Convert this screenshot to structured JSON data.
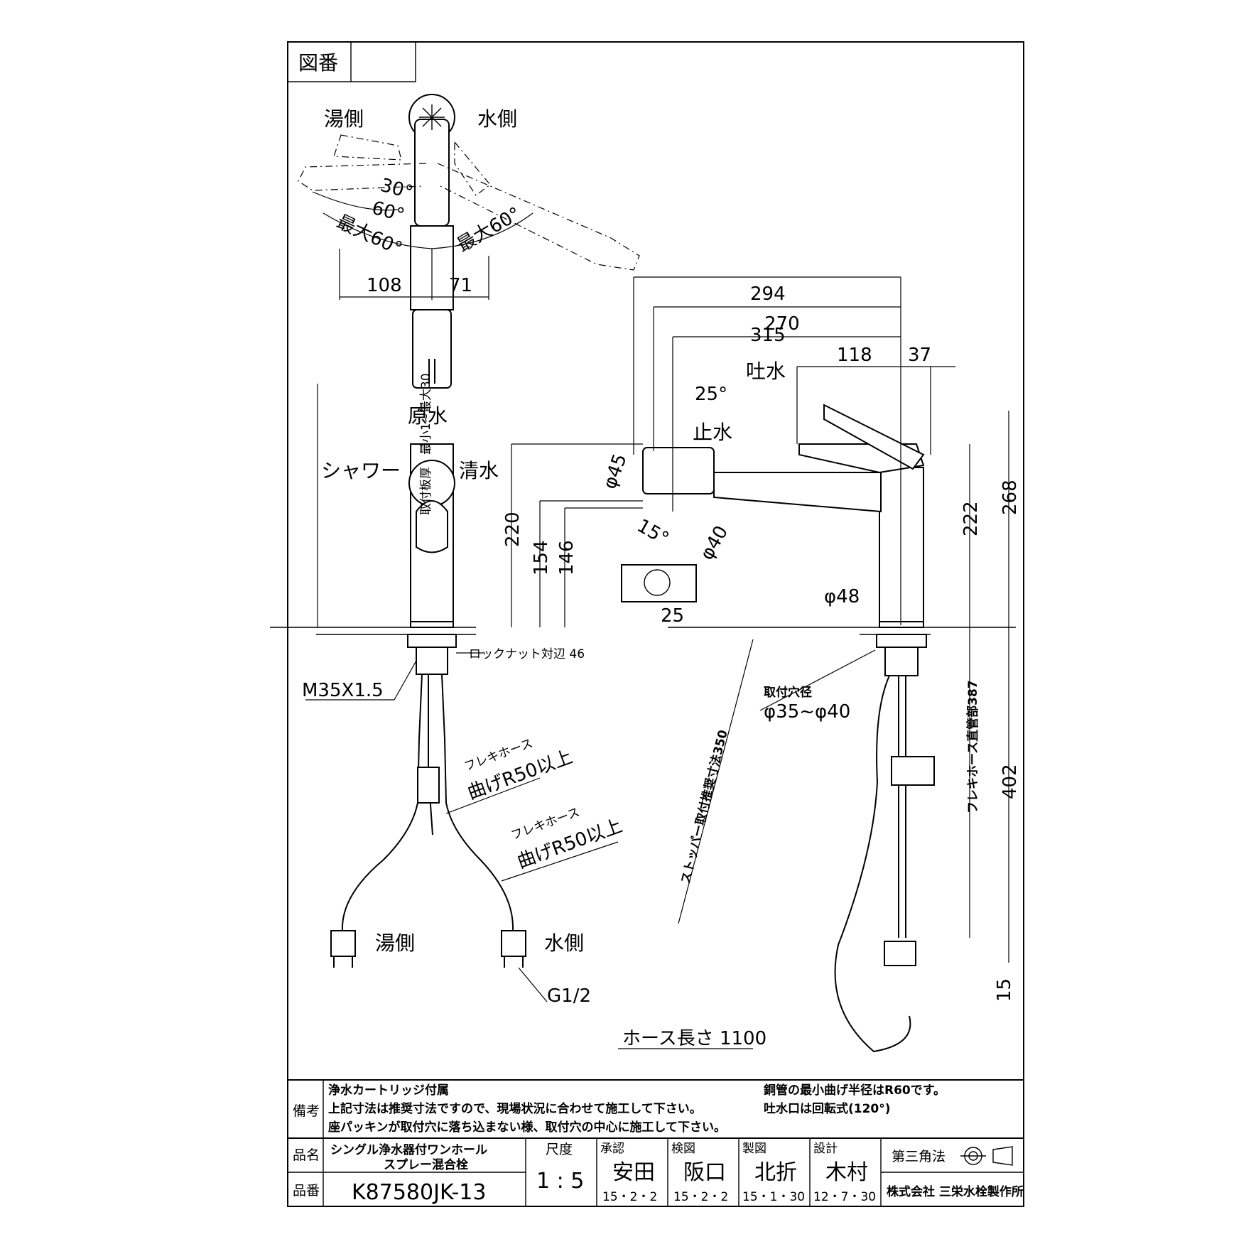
{
  "drawing_number_label": "図番",
  "top_view": {
    "hot_side": "湯側",
    "cold_side": "水側",
    "angle_30": "30°",
    "angle_60": "60°",
    "max_60_left": "最大60°",
    "max_60_right": "最大60°",
    "dim_108": "108",
    "dim_71": "71"
  },
  "front_view": {
    "raw_water": "原水",
    "shower": "シャワー",
    "clean_water": "清水",
    "plate_thickness": "取付板厚　最小1~最大30",
    "locknut": "ロックナット対辺 46",
    "thread": "M35X1.5",
    "flex_hose_1_title": "フレキホース",
    "flex_hose_1_bend": "曲げR50以上",
    "flex_hose_2_title": "フレキホース",
    "flex_hose_2_bend": "曲げR50以上",
    "hot_side": "湯側",
    "cold_side": "水側",
    "pipe_thread": "G1/2"
  },
  "side_view": {
    "dim_315": "315",
    "dim_294": "294",
    "dim_270": "270",
    "dim_118": "118",
    "dim_37": "37",
    "spout": "吐水",
    "stop": "止水",
    "angle_25": "25°",
    "dia_45": "φ45",
    "angle_15": "15°",
    "dia_40": "φ40",
    "dim_25": "25",
    "dim_220": "220",
    "dim_154": "154",
    "dim_146": "146",
    "dim_222": "222",
    "dim_268": "268",
    "dia_48": "φ48",
    "hole_title": "取付穴径",
    "hole_range": "φ35~φ40",
    "stopper": "ストッパー取付推奨寸法350",
    "flex_straight": "フレキホース直管部387",
    "dim_402": "402",
    "dim_15": "15",
    "hose_length": "ホース長さ 1100"
  },
  "remarks": {
    "label": "備考",
    "line1": "浄水カートリッジ付属",
    "line2": "上記寸法は推奨寸法ですので、現場状況に合わせて施工して下さい。",
    "line3": "座パッキンが取付穴に落ち込まない様、取付穴の中心に施工して下さい。",
    "line4": "銅管の最小曲げ半径はR60です。",
    "line5": "吐水口は回転式(120°)"
  },
  "title_block": {
    "name_label": "品名",
    "name_line1": "シングル浄水器付ワンホール",
    "name_line2": "スプレー混合栓",
    "number_label": "品番",
    "number": "K87580JK-13",
    "scale_label": "尺度",
    "scale": "1 : 5",
    "approved_label": "承認",
    "approved_name": "安田",
    "approved_date": "15・2・2",
    "checked_label": "検図",
    "checked_name": "阪口",
    "checked_date": "15・2・2",
    "drawn_label": "製図",
    "drawn_name": "北折",
    "drawn_date": "15・1・30",
    "design_label": "設計",
    "design_name": "木村",
    "design_date": "12・7・30",
    "projection": "第三角法",
    "company": "株式会社 三栄水栓製作所"
  }
}
